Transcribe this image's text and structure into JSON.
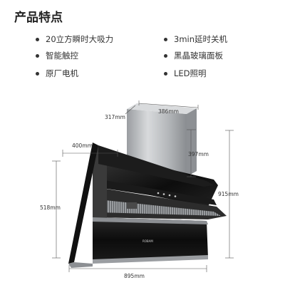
{
  "header": {
    "title": "产品特点"
  },
  "features": [
    {
      "label": "20立方瞬时大吸力"
    },
    {
      "label": "3min延时关机"
    },
    {
      "label": "智能触控"
    },
    {
      "label": "黑晶玻璃面板"
    },
    {
      "label": "原厂电机"
    },
    {
      "label": "LED照明"
    }
  ],
  "dimensions": {
    "chimney_depth": "317mm",
    "chimney_width": "386mm",
    "chimney_height": "397mm",
    "top_depth": "400mm",
    "total_height": "915mm",
    "body_height": "518mm",
    "total_width": "895mm"
  },
  "product": {
    "brand_text": "ROBAM"
  },
  "colors": {
    "glass": "#111111",
    "steel": "#b9bbbe",
    "frame": "#8c8f93"
  }
}
